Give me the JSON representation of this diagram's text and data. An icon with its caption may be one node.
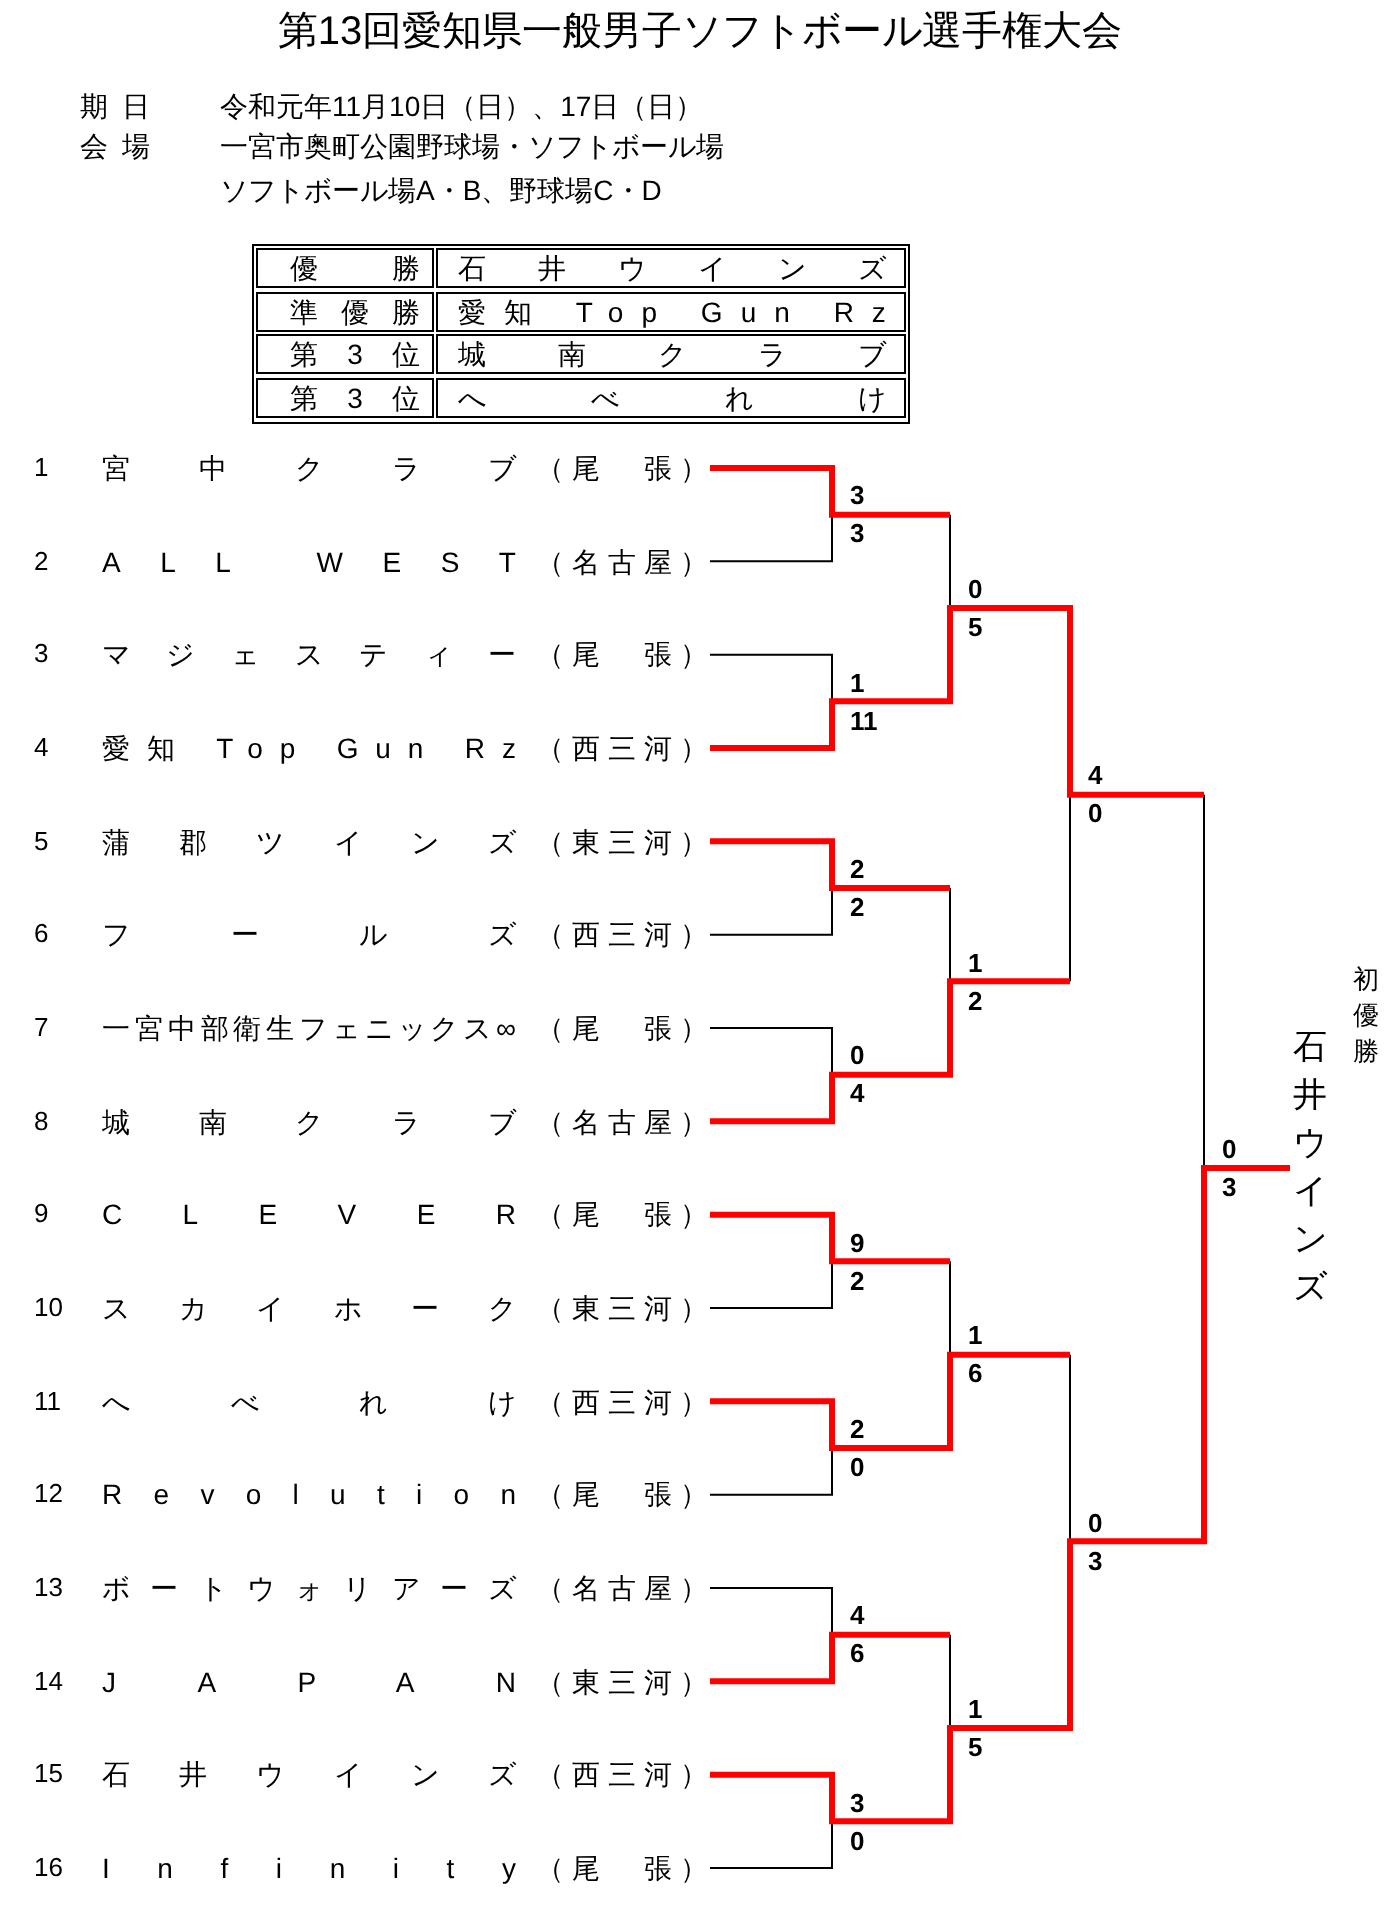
{
  "diagram": {
    "title": "第13回愛知県一般男子ソフトボール選手権大会",
    "nodes": [
      {
        "text": [
          "宮中クラブ",
          "（尾　張）"
        ],
        "beside": [
          "1"
        ]
      },
      {
        "text": [
          "ALL WEST",
          "（名古屋）"
        ],
        "beside": [
          "2"
        ]
      },
      {
        "text": [
          "マジェスティー",
          "（尾　張）"
        ],
        "beside": [
          "3"
        ]
      },
      {
        "text": [
          "愛知 Top Gun Rz",
          "（西三河）"
        ],
        "beside": [
          "4"
        ]
      },
      {
        "text": [
          "蒲郡ツインズ",
          "（東三河）"
        ],
        "beside": [
          "5"
        ]
      },
      {
        "text": [
          "フールズ",
          "（西三河）"
        ],
        "beside": [
          "6"
        ]
      },
      {
        "text": [
          "一宮中部衛生フェニックス∞",
          "（尾　張）"
        ],
        "beside": [
          "7"
        ]
      },
      {
        "text": [
          "城南クラブ",
          "（名古屋）"
        ],
        "beside": [
          "8"
        ]
      },
      {
        "text": [
          "CLEVER",
          "（尾　張）"
        ],
        "beside": [
          "9"
        ]
      },
      {
        "text": [
          "スカイホーク",
          "（東三河）"
        ],
        "beside": [
          "10"
        ]
      },
      {
        "text": [
          "へべれけ",
          "（西三河）"
        ],
        "beside": [
          "11"
        ]
      },
      {
        "text": [
          "Revolution",
          "（尾　張）"
        ],
        "beside": [
          "12"
        ]
      },
      {
        "text": [
          "ボートウォリアーズ",
          "（名古屋）"
        ],
        "beside": [
          "13"
        ]
      },
      {
        "text": [
          "JAPAN",
          "（東三河）"
        ],
        "beside": [
          "14"
        ]
      },
      {
        "text": [
          "石井ウインズ",
          "（西三河）"
        ],
        "beside": [
          "15"
        ]
      },
      {
        "text": [
          "Infinity",
          "（尾　張）"
        ],
        "beside": [
          "16"
        ]
      },
      {
        "text": [
          "石井ウインズ"
        ],
        "beside": [
          "初優勝"
        ]
      }
    ],
    "edges": [
      {
        "from": 0,
        "to": null,
        "arrow": "none",
        "style": "thick",
        "color": "#ff0000"
      },
      {
        "from": 1,
        "to": null,
        "arrow": "none",
        "color": "#000000"
      },
      {
        "from": 2,
        "to": null,
        "arrow": "none",
        "color": "#000000"
      },
      {
        "from": 3,
        "to": null,
        "arrow": "none",
        "style": "thick",
        "color": "#ff0000"
      },
      {
        "from": 4,
        "to": null,
        "arrow": "none",
        "style": "thick",
        "color": "#ff0000"
      },
      {
        "from": 5,
        "to": null,
        "arrow": "none",
        "color": "#000000"
      },
      {
        "from": 6,
        "to": null,
        "arrow": "none",
        "color": "#000000"
      },
      {
        "from": 7,
        "to": null,
        "arrow": "none",
        "style": "thick",
        "color": "#ff0000"
      },
      {
        "from": 8,
        "to": null,
        "arrow": "none",
        "style": "thick",
        "color": "#ff0000"
      },
      {
        "from": 9,
        "to": null,
        "arrow": "none",
        "color": "#000000"
      },
      {
        "from": 10,
        "to": null,
        "arrow": "none",
        "style": "thick",
        "color": "#ff0000"
      },
      {
        "from": 11,
        "to": null,
        "arrow": "none",
        "color": "#000000"
      },
      {
        "from": 12,
        "to": null,
        "arrow": "none",
        "color": "#000000"
      },
      {
        "from": 13,
        "to": null,
        "arrow": "none",
        "style": "thick",
        "color": "#ff0000"
      },
      {
        "from": 14,
        "to": 16,
        "arrow": "none",
        "style": "thick",
        "color": "#ff0000"
      },
      {
        "from": 15,
        "to": null,
        "arrow": "none",
        "color": "#000000"
      }
    ],
    "labels": [
      "期日",
      "令和元年11月10日（日）、17日（日）",
      "会場",
      "一宮市奥町公園野球場・ソフトボール場",
      "ソフトボール場A・B、野球場C・D",
      "優勝",
      "石井ウインズ",
      "準優勝",
      "愛知 Top Gun Rz",
      "第3位",
      "城南クラブ",
      "第3位",
      "へべれけ",
      "3",
      "3",
      "0",
      "5",
      "1",
      "11",
      "4",
      "0",
      "2",
      "2",
      "1",
      "2",
      "0",
      "4",
      "0",
      "3",
      "9",
      "2",
      "1",
      "6",
      "2",
      "0",
      "0",
      "3",
      "4",
      "6",
      "1",
      "5",
      "3",
      "0"
    ]
  }
}
